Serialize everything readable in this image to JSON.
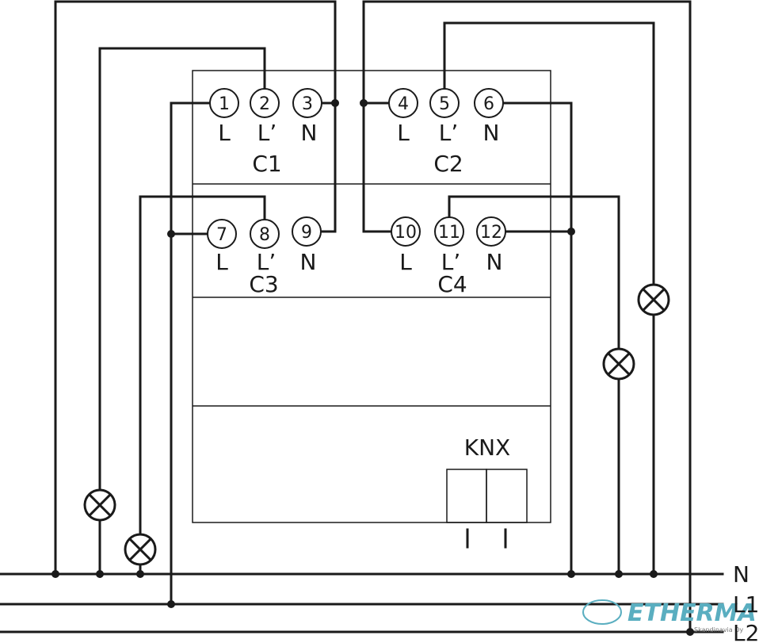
{
  "terminals": [
    {
      "num": "1",
      "pin": "L"
    },
    {
      "num": "2",
      "pin": "L’"
    },
    {
      "num": "3",
      "pin": "N"
    },
    {
      "num": "4",
      "pin": "L"
    },
    {
      "num": "5",
      "pin": "L’"
    },
    {
      "num": "6",
      "pin": "N"
    },
    {
      "num": "7",
      "pin": "L"
    },
    {
      "num": "8",
      "pin": "L’"
    },
    {
      "num": "9",
      "pin": "N"
    },
    {
      "num": "10",
      "pin": "L"
    },
    {
      "num": "11",
      "pin": "L’"
    },
    {
      "num": "12",
      "pin": "N"
    }
  ],
  "channels": [
    "C1",
    "C2",
    "C3",
    "C4"
  ],
  "bus_label": "KNX",
  "rails": [
    "N",
    "L1",
    "L2"
  ],
  "logo": {
    "name": "ETHERMA",
    "subtitle": "Skandinavia Oy",
    "color": "#5aaec0"
  }
}
